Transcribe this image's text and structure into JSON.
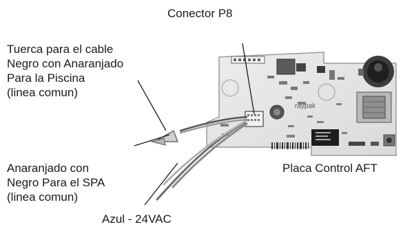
{
  "labels": {
    "connector": "Conector P8",
    "nut": [
      "Tuerca para el cable",
      "Negro con Anaranjado",
      "Para la Piscina",
      "(linea comun)"
    ],
    "spa": [
      "Anaranjado con",
      "Negro Para el SPA",
      "(linea comun)"
    ],
    "blue": "Azul - 24VAC",
    "board": "Placa Control AFT"
  },
  "board_silkscreen": [
    "raypak"
  ],
  "colors": {
    "board": "#e6e6e6",
    "board_outline": "#9a9a9a",
    "wire_orange": "#b0b0b0",
    "wire_blue": "#8a8a8a",
    "nut": "#c9c9c9"
  }
}
